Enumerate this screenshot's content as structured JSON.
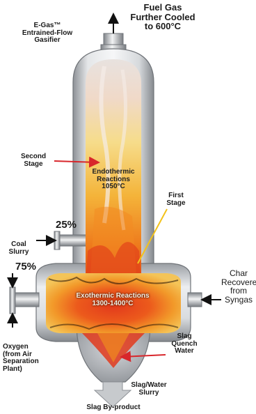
{
  "labels": {
    "gasifier_name": "E-Gas™\nEntrained-Flow\nGasifier",
    "fuel_gas": "Fuel Gas\nFurther Cooled\nto 600°C",
    "second_stage": "Second\nStage",
    "endothermic": "Endothermic\nReactions\n1050°C",
    "first_stage": "First\nStage",
    "coal_slurry": "Coal\nSlurry",
    "pct_coal": "25%",
    "pct_oxygen": "75%",
    "exothermic": "Exothermic Reactions\n1300-1400°C",
    "char": "Char\nRecovered\nfrom\nSyngas",
    "oxygen": "Oxygen\n(from Air\nSeparation\nPlant)",
    "slag_quench": "Slag\nQuench\nWater",
    "slag_water": "Slag/Water\nSlurry",
    "slag_byproduct": "Slag By-product"
  },
  "colors": {
    "shell": "#c9cccf",
    "shell_dark": "#8e9297",
    "fire_hot": "#e0321a",
    "fire_mid": "#f08a1e",
    "fire_light": "#f7d26a",
    "arrow_red": "#d8262b",
    "first_stage_line": "#f3c21b"
  }
}
